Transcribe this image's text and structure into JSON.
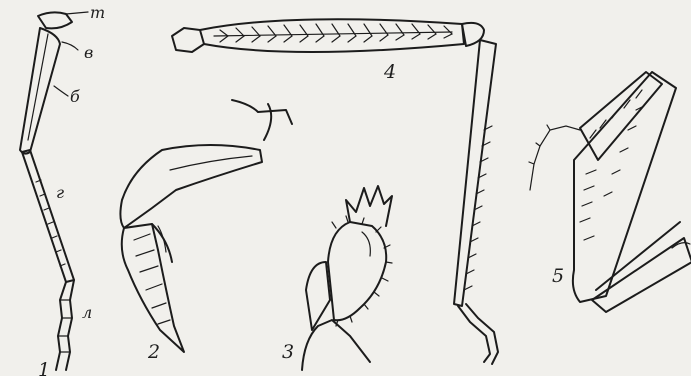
{
  "figure_labels": {
    "leg_1": "1",
    "leg_2": "2",
    "leg_3": "3",
    "leg_4": "4",
    "leg_5": "5"
  },
  "part_labels": {
    "trochanter": "т",
    "segment_v": "в",
    "femur": "б",
    "tibia": "г",
    "tarsus": "л"
  },
  "colors": {
    "paper": "#f1f0ec",
    "ink": "#1c1c1c"
  }
}
